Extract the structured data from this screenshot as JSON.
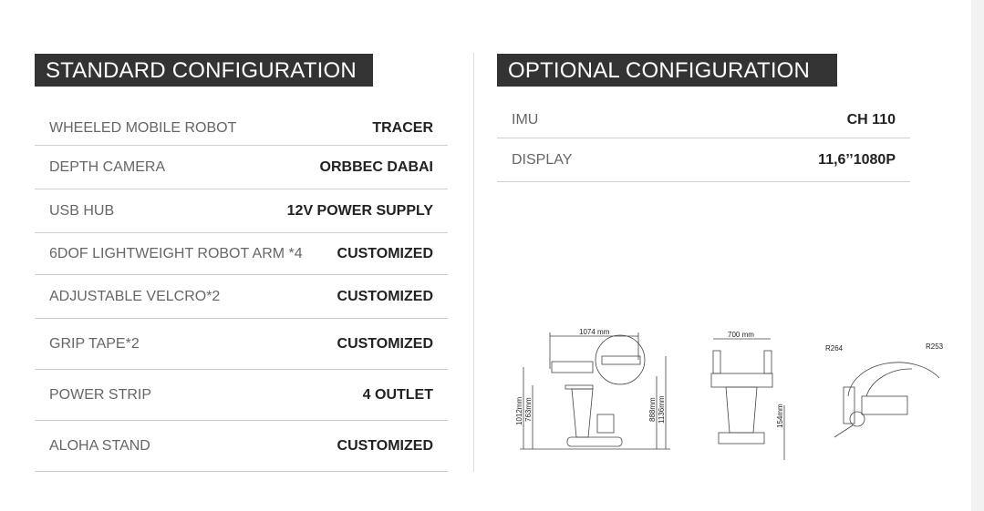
{
  "standard": {
    "title": "STANDARD CONFIGURATION",
    "rows": [
      {
        "key": "WHEELED MOBILE ROBOT",
        "value": "TRACER"
      },
      {
        "key": "DEPTH CAMERA",
        "value": "ORBBEC DABAI"
      },
      {
        "key": "USB HUB",
        "value": "12V POWER SUPPLY"
      },
      {
        "key": "6DOF LIGHTWEIGHT ROBOT ARM *4",
        "value": "CUSTOMIZED"
      },
      {
        "key": "ADJUSTABLE VELCRO*2",
        "value": "CUSTOMIZED"
      },
      {
        "key": "GRIP TAPE*2",
        "value": "CUSTOMIZED"
      },
      {
        "key": "POWER STRIP",
        "value": "4 OUTLET"
      },
      {
        "key": "ALOHA STAND",
        "value": "CUSTOMIZED"
      }
    ]
  },
  "optional": {
    "title": "OPTIONAL CONFIGURATION",
    "rows": [
      {
        "key": "IMU",
        "value": "CH 110"
      },
      {
        "key": "DISPLAY",
        "value": "11,6’’1080P"
      }
    ]
  },
  "drawing": {
    "width": "1074 mm",
    "h1": "1012mm",
    "h2": "763mm",
    "h3": "888mm",
    "h4": "1136mm",
    "front_width": "700 mm",
    "clearance": "154mm",
    "r1": "R264",
    "r2": "R253"
  }
}
